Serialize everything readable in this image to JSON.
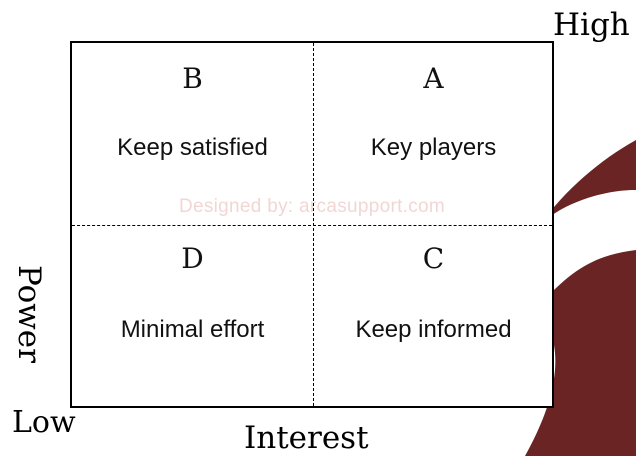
{
  "matrix": {
    "quadrants": {
      "top_left": {
        "letter": "B",
        "label": "Keep satisfied"
      },
      "top_right": {
        "letter": "A",
        "label": "Key players"
      },
      "bottom_left": {
        "letter": "D",
        "label": "Minimal effort"
      },
      "bottom_right": {
        "letter": "C",
        "label": "Keep informed"
      }
    },
    "watermark": "Designed by: arcasupport.com"
  },
  "axes": {
    "high": "High",
    "low": "Low",
    "x_label": "Interest",
    "y_label": "Power"
  },
  "colors": {
    "accent": "#6b2424",
    "watermark": "#f1d7d3",
    "line": "#000000"
  }
}
